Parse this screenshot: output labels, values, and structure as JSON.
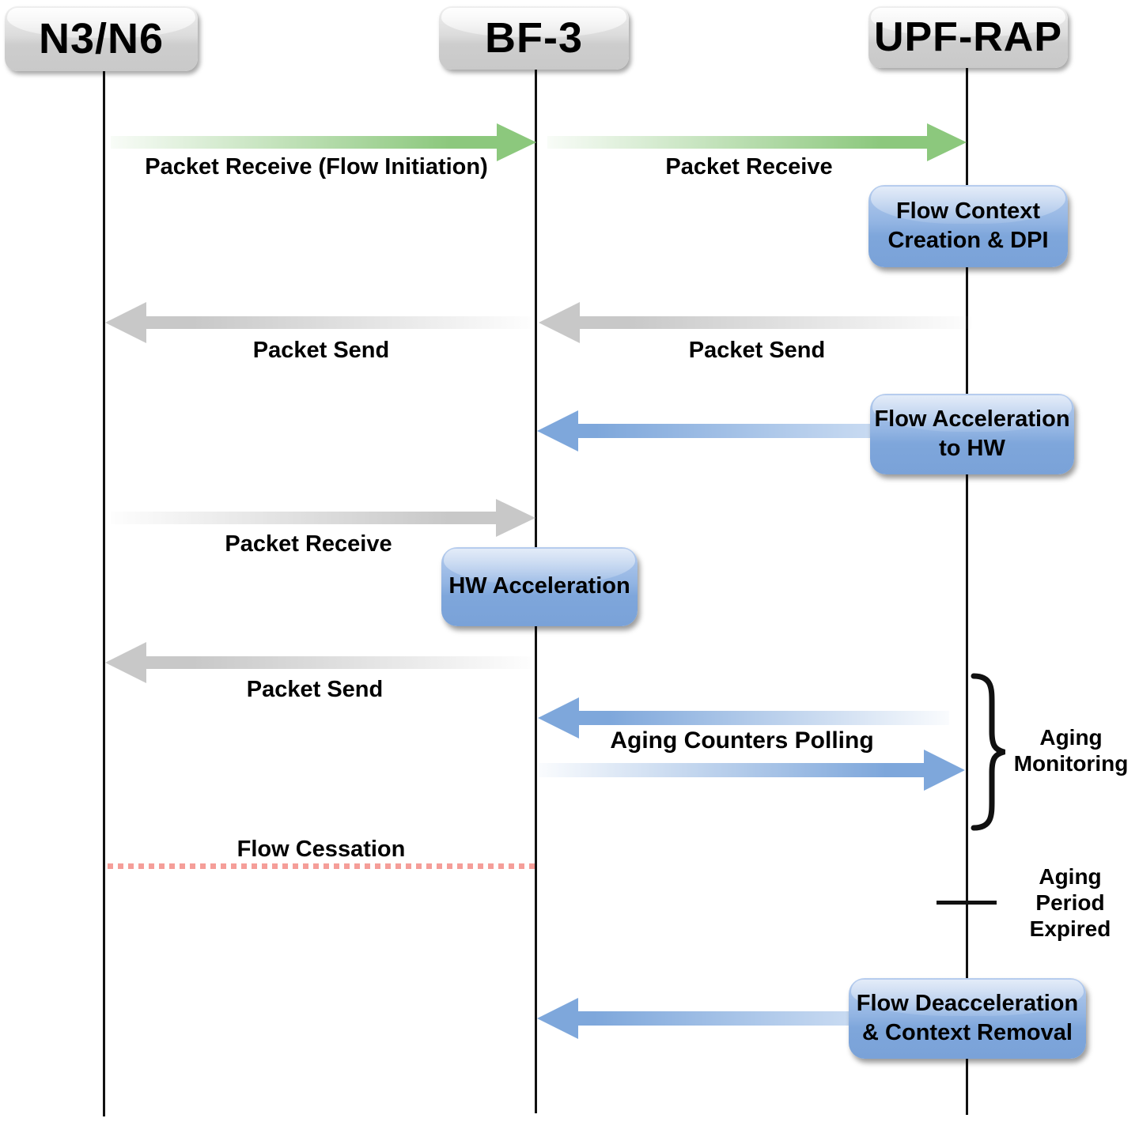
{
  "diagram": {
    "title": "Flow acceleration sequence diagram",
    "actors": [
      {
        "label": "N3/N6"
      },
      {
        "label": "BF-3"
      },
      {
        "label": "UPF-RAP"
      }
    ],
    "messages": [
      {
        "label": "Packet Receive (Flow Initiation)",
        "from": "N3/N6",
        "to": "BF-3",
        "style": "green"
      },
      {
        "label": "Packet Receive",
        "from": "BF-3",
        "to": "UPF-RAP",
        "style": "green"
      },
      {
        "label": "Packet Send",
        "from": "UPF-RAP",
        "to": "BF-3",
        "style": "gray"
      },
      {
        "label": "Packet Send",
        "from": "BF-3",
        "to": "N3/N6",
        "style": "gray"
      },
      {
        "label": "Packet Receive",
        "from": "N3/N6",
        "to": "BF-3",
        "style": "gray"
      },
      {
        "label": "Packet Send",
        "from": "BF-3",
        "to": "N3/N6",
        "style": "gray"
      },
      {
        "label": "Aging Counters Polling",
        "from": "UPF-RAP",
        "to": "BF-3",
        "style": "blue-bidirectional"
      },
      {
        "label": "Flow Cessation",
        "from": "N3/N6",
        "to": "BF-3",
        "style": "red-dotted"
      }
    ],
    "process_boxes": [
      {
        "label": "Flow Context\nCreation & DPI",
        "actor": "UPF-RAP"
      },
      {
        "label": "Flow Acceleration\nto HW",
        "actor": "UPF-RAP"
      },
      {
        "label": "HW Acceleration",
        "actor": "BF-3"
      },
      {
        "label": "Flow Deacceleration\n& Context Removal",
        "actor": "UPF-RAP"
      }
    ],
    "annotations": [
      {
        "label": "Aging\nMonitoring"
      },
      {
        "label": "Aging\nPeriod\nExpired"
      }
    ],
    "colors": {
      "green_arrow": "#8cc87d",
      "gray_arrow": "#c8c8c8",
      "blue_arrow": "#7ea7db",
      "blue_box_top": "#b7cdee",
      "blue_box_bottom": "#7aa2d8",
      "header_box_top": "#efefef",
      "header_box_bottom": "#c9c9c9",
      "cessation_dots": "#f59e99"
    }
  }
}
